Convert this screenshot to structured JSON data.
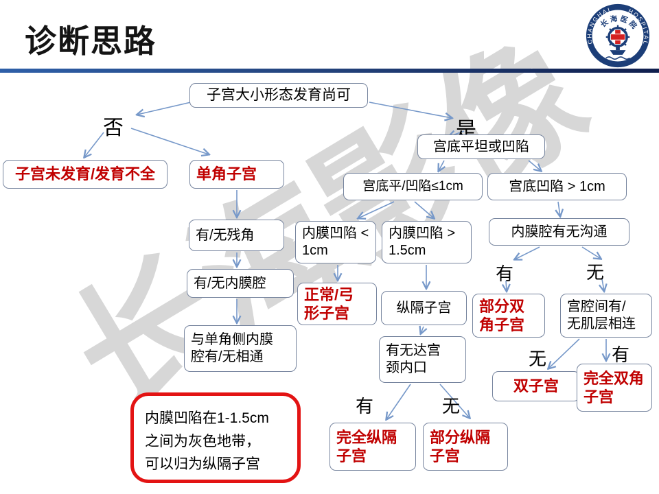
{
  "slide": {
    "title": "诊断思路"
  },
  "logo": {
    "top_text": "长海医院",
    "left_arc": "CHANGHAI",
    "right_arc": "HOSPITAL"
  },
  "watermark_text": "长海影像",
  "colors": {
    "accent_navy": "#1c3e78",
    "result_red": "#c00000",
    "note_border_red": "#e31313",
    "arrow_blue": "#7698c9",
    "watermark_gray": "#d7d7d7"
  },
  "flow": {
    "root": "子宫大小形态发育尚可",
    "branch_no": "否",
    "branch_yes": "是",
    "fundus": "宫底平坦或凹陷",
    "undeveloped": "子宫未发育/发育不全",
    "unicornuate": "单角子宫",
    "fundus_flat_le1": "宫底平/凹陷≤1cm",
    "fundus_gt1": "宫底凹陷 > 1cm",
    "residual_horn": "有/无残角",
    "notch_lt1": {
      "l1": "内膜凹陷 <",
      "l2": "1cm"
    },
    "notch_gt15": {
      "l1": "内膜凹陷 >",
      "l2": "1.5cm"
    },
    "cavity_comm": "内膜腔有无沟通",
    "endo_cavity": "有/无内膜腔",
    "normal_arcuate": {
      "l1": "正常/弓",
      "l2": "形子宫"
    },
    "septate": "纵隔子宫",
    "partial_bicornuate": {
      "l1": "部分双",
      "l2": "角子宫"
    },
    "myometrium_link": {
      "l1": "宫腔间有/",
      "l2": "无肌层相连"
    },
    "unicorn_side_comm": {
      "l1": "与单角侧内膜",
      "l2": "腔有/无相通"
    },
    "cervix_internal_os": {
      "l1": "有无达宫",
      "l2": "颈内口"
    },
    "didelphys": "双子宫",
    "complete_bicornuate": {
      "l1": "完全双角",
      "l2": "子宫"
    },
    "complete_septate": {
      "l1": "完全纵隔",
      "l2": "子宫"
    },
    "partial_septate": {
      "l1": "部分纵隔",
      "l2": "子宫"
    },
    "label_have": "有",
    "label_none": "无",
    "note": {
      "l1": "内膜凹陷在1-1.5cm",
      "l2": "之间为灰色地带，",
      "l3": "可以归为纵隔子宫"
    }
  }
}
